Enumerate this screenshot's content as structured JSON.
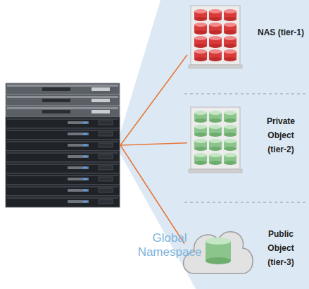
{
  "diagram": {
    "nodes": [
      {
        "text": [
          "Global Namespace"
        ]
      },
      {
        "text": [
          "NAS (tier-1)"
        ]
      },
      {
        "text": [
          "Private Object (tier-2)"
        ]
      },
      {
        "text": [
          "Public Object (tier-3)"
        ]
      }
    ],
    "edges": [
      {
        "from": 0,
        "to": 1,
        "arrow": "none"
      },
      {
        "from": 0,
        "to": 2,
        "arrow": "none"
      },
      {
        "from": 0,
        "to": 3,
        "arrow": "none"
      }
    ]
  }
}
